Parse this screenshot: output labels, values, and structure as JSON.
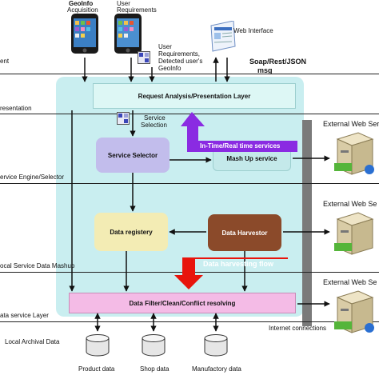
{
  "devices": {
    "geoinfo_title": "GeoInfo",
    "geoinfo_sub": "Acquisition",
    "user_title": "User",
    "user_sub": "Requirements"
  },
  "annotations": {
    "user_req_lines": [
      "User",
      "Requirements,",
      "Detected user's",
      "GeoInfo"
    ],
    "web_interface": "Web Interface",
    "soap_line1": "Soap/Rest/JSON",
    "soap_line2": "msg",
    "service_selection_line1": "Service",
    "service_selection_line2": "Selection",
    "internet_connections": "Internet connections"
  },
  "layers": {
    "client": "ent",
    "presentation": "resentation",
    "service_engine": "ervice Engine/Selector",
    "local_mashup": "ocal Service Data Mashup",
    "data_service": "ata service Layer",
    "local_archival": "Local Archival Data"
  },
  "boxes": {
    "request_analysis": "Request Analysis/Presentation Layer",
    "service_selector": "Service Selector",
    "mashup": "Mash Up service",
    "data_registry": "Data registery",
    "data_harvestor": "Data Harvestor",
    "data_filter": "Data Filter/Clean/Conflict resolving"
  },
  "flows": {
    "realtime": "In-Time/Real time services",
    "harvesting": "Data harvesting flow"
  },
  "external": [
    "External Web Ser",
    "External Web Se",
    "External Web Se"
  ],
  "databases": [
    "Product data",
    "Shop data",
    "Manufactory data"
  ],
  "colors": {
    "engine_bg": "#c9eef0",
    "presentation_bg": "#ddf7f5",
    "selector_bg": "#c2bdec",
    "registry_bg": "#f3ecb4",
    "harvestor_bg": "#8b4a2a",
    "filter_bg": "#f4bbe6",
    "realtime_arrow": "#8a2be2",
    "harvest_arrow": "#e8140c",
    "bar": "#7a7a7a"
  }
}
